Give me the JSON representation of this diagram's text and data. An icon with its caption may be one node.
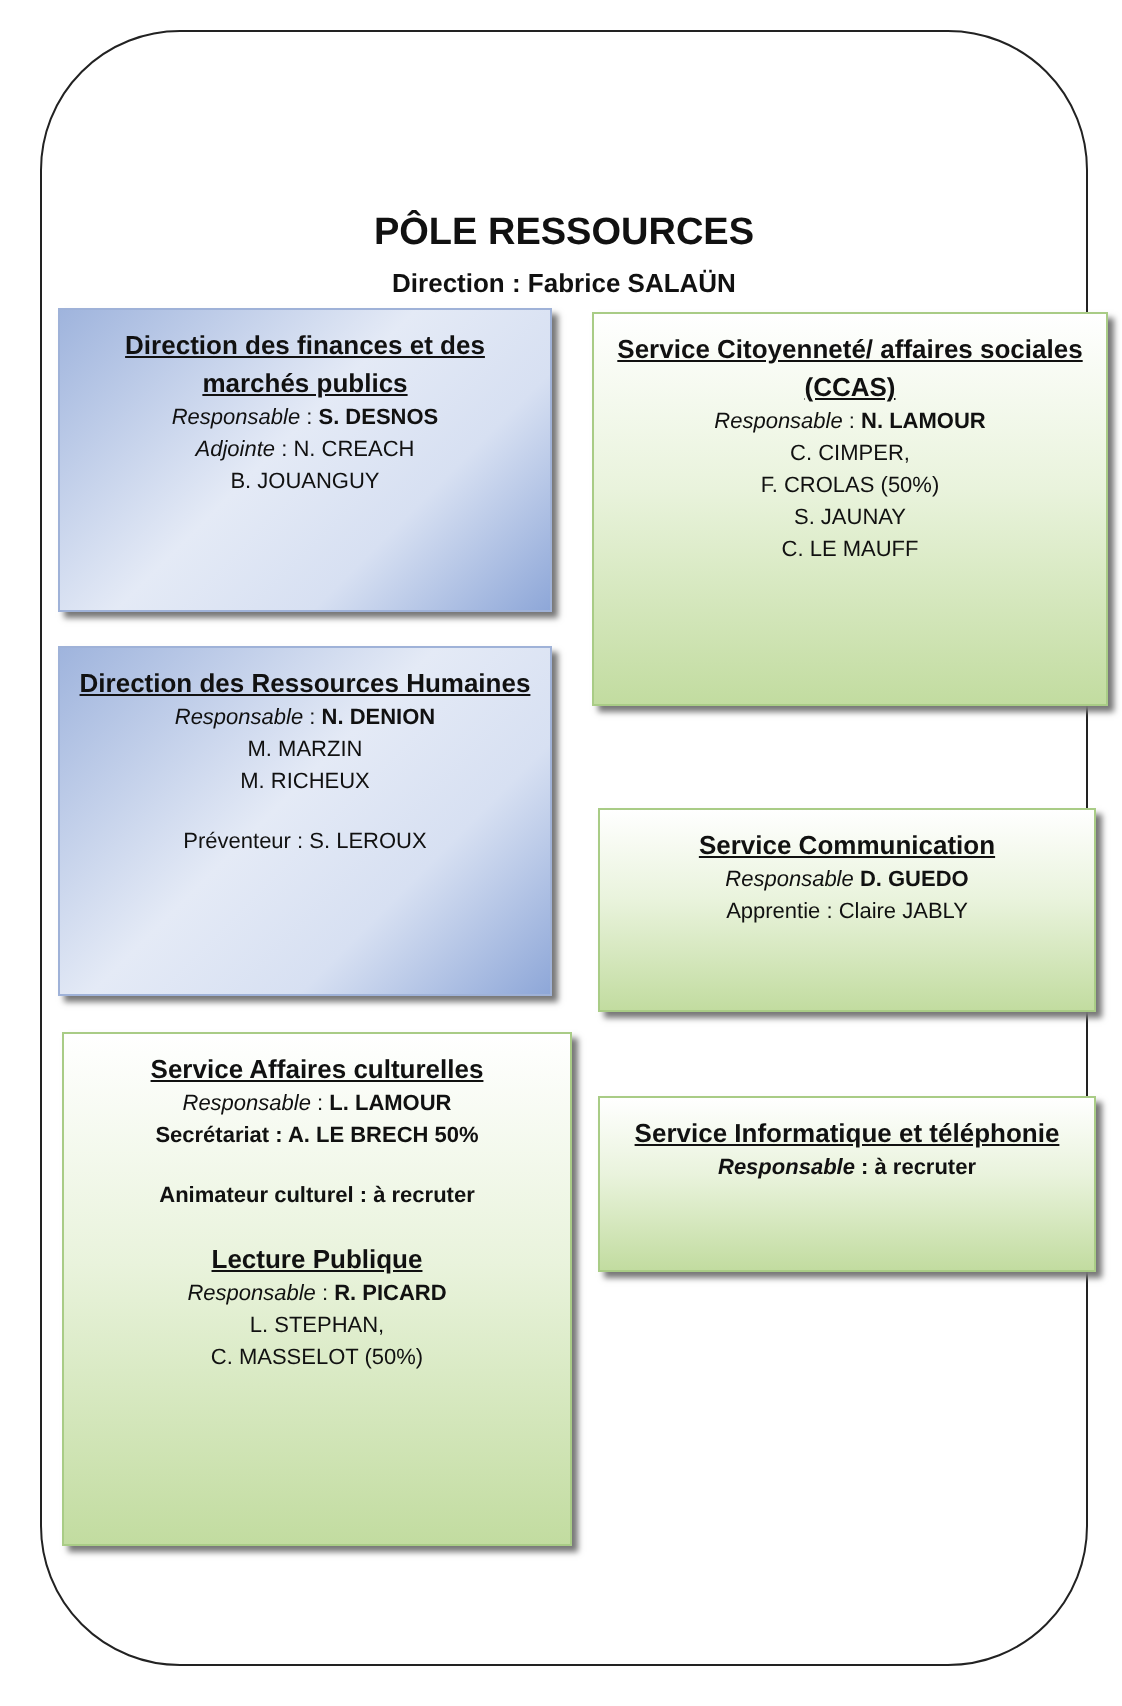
{
  "diagram": {
    "nodes": [
      {
        "text": [
          "PÔLE RESSOURCES",
          "Direction : Fabrice SALAÜN"
        ]
      },
      {
        "text": [
          "Direction des finances et des marchés publics",
          "*Responsable* : **S. DESNOS**",
          "*Adjointe* : N. CREACH",
          "B. JOUANGUY"
        ],
        "in": 0
      },
      {
        "text": [
          "Service Citoyenneté/ affaires sociales (CCAS)",
          "*Responsable* : **N. LAMOUR**",
          "C. CIMPER,",
          "F. CROLAS (50%)",
          "S. JAUNAY",
          "C. LE MAUFF"
        ],
        "in": 0
      },
      {
        "text": [
          "Direction des Ressources Humaines",
          "*Responsable* : **N. DENION**",
          "M. MARZIN",
          "M. RICHEUX",
          "Préventeur : S. LEROUX"
        ],
        "in": 0
      },
      {
        "text": [
          "Service Communication",
          "*Responsable* **D. GUEDO**",
          "Apprentie : Claire JABLY"
        ],
        "in": 0
      },
      {
        "text": [
          "Service Affaires culturelles",
          "*Responsable* : **L. LAMOUR**",
          "Secrétariat : A. LE BRECH 50%",
          "Animateur culturel : à recruter",
          "Lecture Publique",
          "*Responsable* : **R. PICARD**",
          "L. STEPHAN,",
          "C. MASSELOT (50%)"
        ],
        "in": 0
      },
      {
        "text": [
          "Service Informatique et téléphonie",
          "*Responsable* : à recruter"
        ],
        "in": 0
      }
    ],
    "edges": []
  }
}
